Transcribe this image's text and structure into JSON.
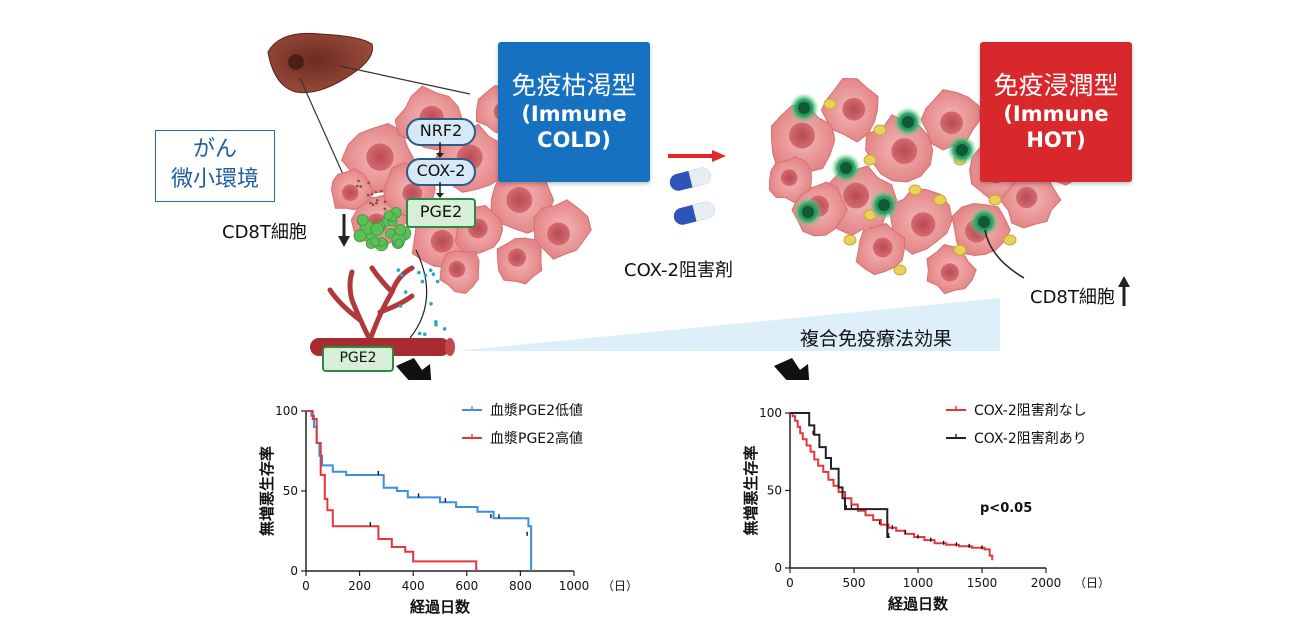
{
  "cold_box": {
    "jp": "免疫枯渇型",
    "en1": "(Immune",
    "en2": "COLD)"
  },
  "hot_box": {
    "jp": "免疫浸潤型",
    "en1": "(Immune",
    "en2": "HOT)"
  },
  "environment": {
    "line1": "がん",
    "line2": "微小環境"
  },
  "pathway": [
    "NRF2",
    "COX-2",
    "PGE2"
  ],
  "vessel_label": "PGE2",
  "cd8_left": "CD8T細胞",
  "cd8_right": "CD8T細胞",
  "drug_label": "COX-2阻害剤",
  "combo_label": "複合免疫療法効果",
  "colors": {
    "blue": "#1671c0",
    "red": "#d8282c",
    "km_blue": "#3b8ee0",
    "km_red": "#e8353a",
    "km_black": "#222222"
  },
  "chart_data": [
    {
      "type": "line",
      "ylabel": "無増悪生存率",
      "xlabel": "経過日数",
      "x_unit": "（日）",
      "xticks": [
        0,
        200,
        400,
        600,
        800,
        1000
      ],
      "yticks": [
        0,
        50,
        100
      ],
      "xlim": [
        0,
        1000
      ],
      "ylim": [
        0,
        100
      ],
      "legend_position": "top-right",
      "series": [
        {
          "name": "血漿PGE2低値",
          "color": "#3b8ee0",
          "steps": [
            [
              0,
              100
            ],
            [
              20,
              97
            ],
            [
              30,
              90
            ],
            [
              40,
              80
            ],
            [
              50,
              72
            ],
            [
              60,
              66
            ],
            [
              100,
              62
            ],
            [
              150,
              60
            ],
            [
              270,
              60
            ],
            [
              290,
              52
            ],
            [
              340,
              50
            ],
            [
              380,
              46
            ],
            [
              420,
              46
            ],
            [
              500,
              43
            ],
            [
              560,
              40
            ],
            [
              640,
              37
            ],
            [
              700,
              33
            ],
            [
              820,
              33
            ],
            [
              830,
              28
            ],
            [
              840,
              0
            ]
          ],
          "censors": [
            [
              270,
              60
            ],
            [
              420,
              46
            ],
            [
              520,
              43
            ],
            [
              690,
              33
            ],
            [
              720,
              33
            ],
            [
              825,
              22
            ]
          ]
        },
        {
          "name": "血漿PGE2高値",
          "color": "#e8353a",
          "steps": [
            [
              0,
              100
            ],
            [
              25,
              95
            ],
            [
              40,
              80
            ],
            [
              55,
              60
            ],
            [
              70,
              45
            ],
            [
              80,
              38
            ],
            [
              100,
              28
            ],
            [
              250,
              28
            ],
            [
              270,
              20
            ],
            [
              320,
              15
            ],
            [
              370,
              12
            ],
            [
              400,
              6
            ],
            [
              630,
              6
            ],
            [
              635,
              0
            ]
          ],
          "censors": [
            [
              240,
              28
            ]
          ]
        }
      ]
    },
    {
      "type": "line",
      "ylabel": "無増悪生存率",
      "xlabel": "経過日数",
      "x_unit": "（日）",
      "xticks": [
        0,
        500,
        1000,
        1500,
        2000
      ],
      "yticks": [
        0,
        50,
        100
      ],
      "xlim": [
        0,
        2000
      ],
      "ylim": [
        0,
        100
      ],
      "annotation": "p<0.05",
      "legend_position": "top-right",
      "series": [
        {
          "name": "COX-2阻害剤なし",
          "color": "#e8353a",
          "steps": [
            [
              0,
              100
            ],
            [
              20,
              98
            ],
            [
              40,
              95
            ],
            [
              60,
              91
            ],
            [
              80,
              87
            ],
            [
              100,
              83
            ],
            [
              130,
              79
            ],
            [
              160,
              75
            ],
            [
              190,
              70
            ],
            [
              220,
              66
            ],
            [
              260,
              62
            ],
            [
              300,
              57
            ],
            [
              340,
              53
            ],
            [
              380,
              49
            ],
            [
              430,
              45
            ],
            [
              480,
              41
            ],
            [
              530,
              37
            ],
            [
              590,
              34
            ],
            [
              650,
              31
            ],
            [
              710,
              28
            ],
            [
              770,
              26
            ],
            [
              830,
              24
            ],
            [
              900,
              22
            ],
            [
              970,
              20
            ],
            [
              1050,
              18
            ],
            [
              1130,
              16
            ],
            [
              1220,
              15
            ],
            [
              1320,
              14
            ],
            [
              1420,
              13
            ],
            [
              1520,
              12
            ],
            [
              1560,
              8
            ],
            [
              1580,
              5
            ]
          ],
          "censors": [
            [
              700,
              28
            ],
            [
              800,
              25
            ],
            [
              900,
              22
            ],
            [
              1000,
              19
            ],
            [
              1100,
              17
            ],
            [
              1200,
              15
            ],
            [
              1300,
              14
            ],
            [
              1400,
              13
            ],
            [
              1500,
              12
            ]
          ]
        },
        {
          "name": "COX-2阻害剤あり",
          "color": "#222222",
          "steps": [
            [
              0,
              100
            ],
            [
              110,
              100
            ],
            [
              150,
              92
            ],
            [
              190,
              86
            ],
            [
              230,
              78
            ],
            [
              280,
              71
            ],
            [
              320,
              64
            ],
            [
              380,
              52
            ],
            [
              410,
              45
            ],
            [
              430,
              38
            ],
            [
              470,
              38
            ],
            [
              730,
              38
            ],
            [
              760,
              20
            ],
            [
              780,
              20
            ]
          ],
          "censors": [
            [
              180,
              86
            ],
            [
              440,
              38
            ],
            [
              480,
              38
            ],
            [
              770,
              20
            ]
          ]
        }
      ]
    }
  ]
}
